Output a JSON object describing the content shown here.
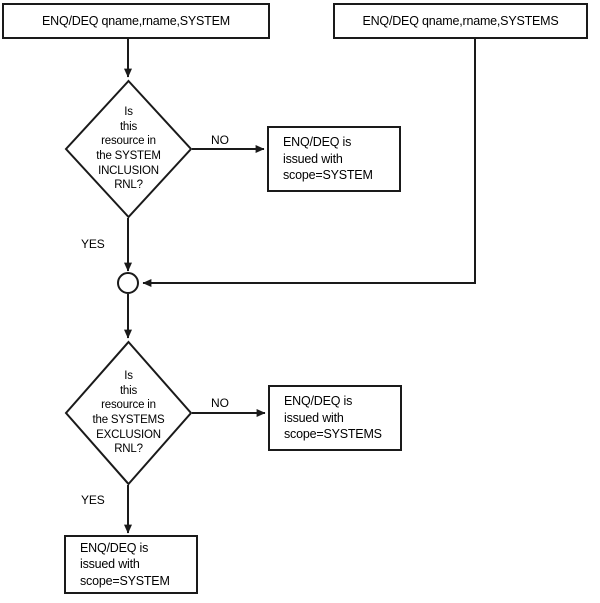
{
  "diagram": {
    "title": "ENQ/DEQ scope resolution flowchart",
    "background_color": "#ffffff",
    "stroke_color": "#1a1a1a",
    "nodes": {
      "start_left": {
        "label": "ENQ/DEQ qname,rname,SYSTEM",
        "shape": "process"
      },
      "start_right": {
        "label": "ENQ/DEQ qname,rname,SYSTEMS",
        "shape": "process"
      },
      "decision_inclusion": {
        "label": "Is\nthis\nresource in\nthe SYSTEM\nINCLUSION\nRNL?",
        "shape": "decision"
      },
      "result_no_inclusion": {
        "label": "ENQ/DEQ is\nissued with\nscope=SYSTEM",
        "shape": "process"
      },
      "decision_exclusion": {
        "label": "Is\nthis\nresource in\nthe SYSTEMS\nEXCLUSION\nRNL?",
        "shape": "decision"
      },
      "result_no_exclusion": {
        "label": "ENQ/DEQ is\nissued with\nscope=SYSTEMS",
        "shape": "process"
      },
      "result_yes_exclusion": {
        "label": "ENQ/DEQ is\nissued with\nscope=SYSTEM",
        "shape": "process"
      },
      "merge_junction": {
        "label": "",
        "shape": "connector-circle"
      }
    },
    "edge_labels": {
      "inclusion_no": "NO",
      "inclusion_yes": "YES",
      "exclusion_no": "NO",
      "exclusion_yes": "YES"
    }
  }
}
